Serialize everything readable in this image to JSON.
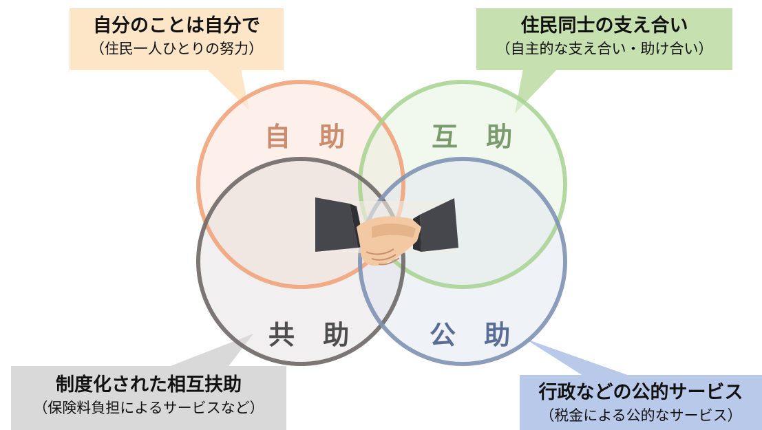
{
  "diagram": {
    "circles": [
      {
        "id": "jijo",
        "label": "自 助",
        "color": "#f0a37b",
        "text_color": "#c98c6c"
      },
      {
        "id": "gojo",
        "label": "互 助",
        "color": "#9ccd87",
        "text_color": "#7b9a6d"
      },
      {
        "id": "kyojo",
        "label": "共 助",
        "color": "#6e6867",
        "text_color": "#4d4d4d"
      },
      {
        "id": "kojo",
        "label": "公 助",
        "color": "#7e92b2",
        "text_color": "#5a6e95"
      }
    ],
    "callouts": {
      "jijo": {
        "title": "自分のことは自分で",
        "subtitle": "（住民一人ひとりの努力）",
        "bg": "#fde6c8"
      },
      "gojo": {
        "title": "住民同士の支え合い",
        "subtitle": "（自主的な支え合い・助け合い）",
        "bg": "#c6e0b0"
      },
      "kyojo": {
        "title": "制度化された相互扶助",
        "subtitle": "（保険料負担によるサービスなど）",
        "bg": "#d9d9d9"
      },
      "kojo": {
        "title": "行政などの公的サービス",
        "subtitle": "（税金による公的なサービス）",
        "bg": "#b8c9ea"
      }
    },
    "center_image": "handshake-icon"
  }
}
